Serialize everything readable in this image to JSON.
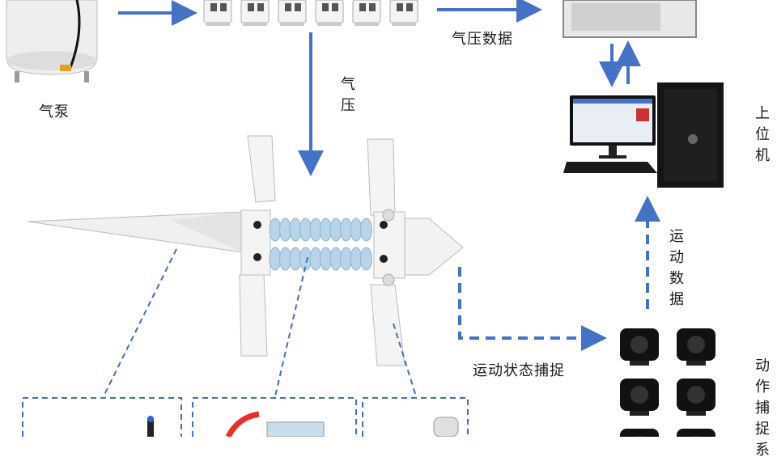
{
  "labels": {
    "pump": "气泵",
    "pressure_vertical": [
      "气",
      "压"
    ],
    "pressure_data": "气压数据",
    "host_pc": [
      "上",
      "位",
      "机"
    ],
    "motion_data": [
      "运",
      "动",
      "数",
      "据"
    ],
    "motion_capture": "运动状态捕捉",
    "capture_system": [
      "动",
      "作",
      "捕",
      "捉",
      "系"
    ]
  },
  "colors": {
    "arrow": "#4472c4",
    "dashed": "#3f6fc8",
    "bellows": "#b9d4e8",
    "robot_white": "#f2f2f2",
    "camera": "#111111"
  },
  "valves": {
    "count": 6
  },
  "cameras": {
    "rows": 3,
    "cols": 2
  }
}
